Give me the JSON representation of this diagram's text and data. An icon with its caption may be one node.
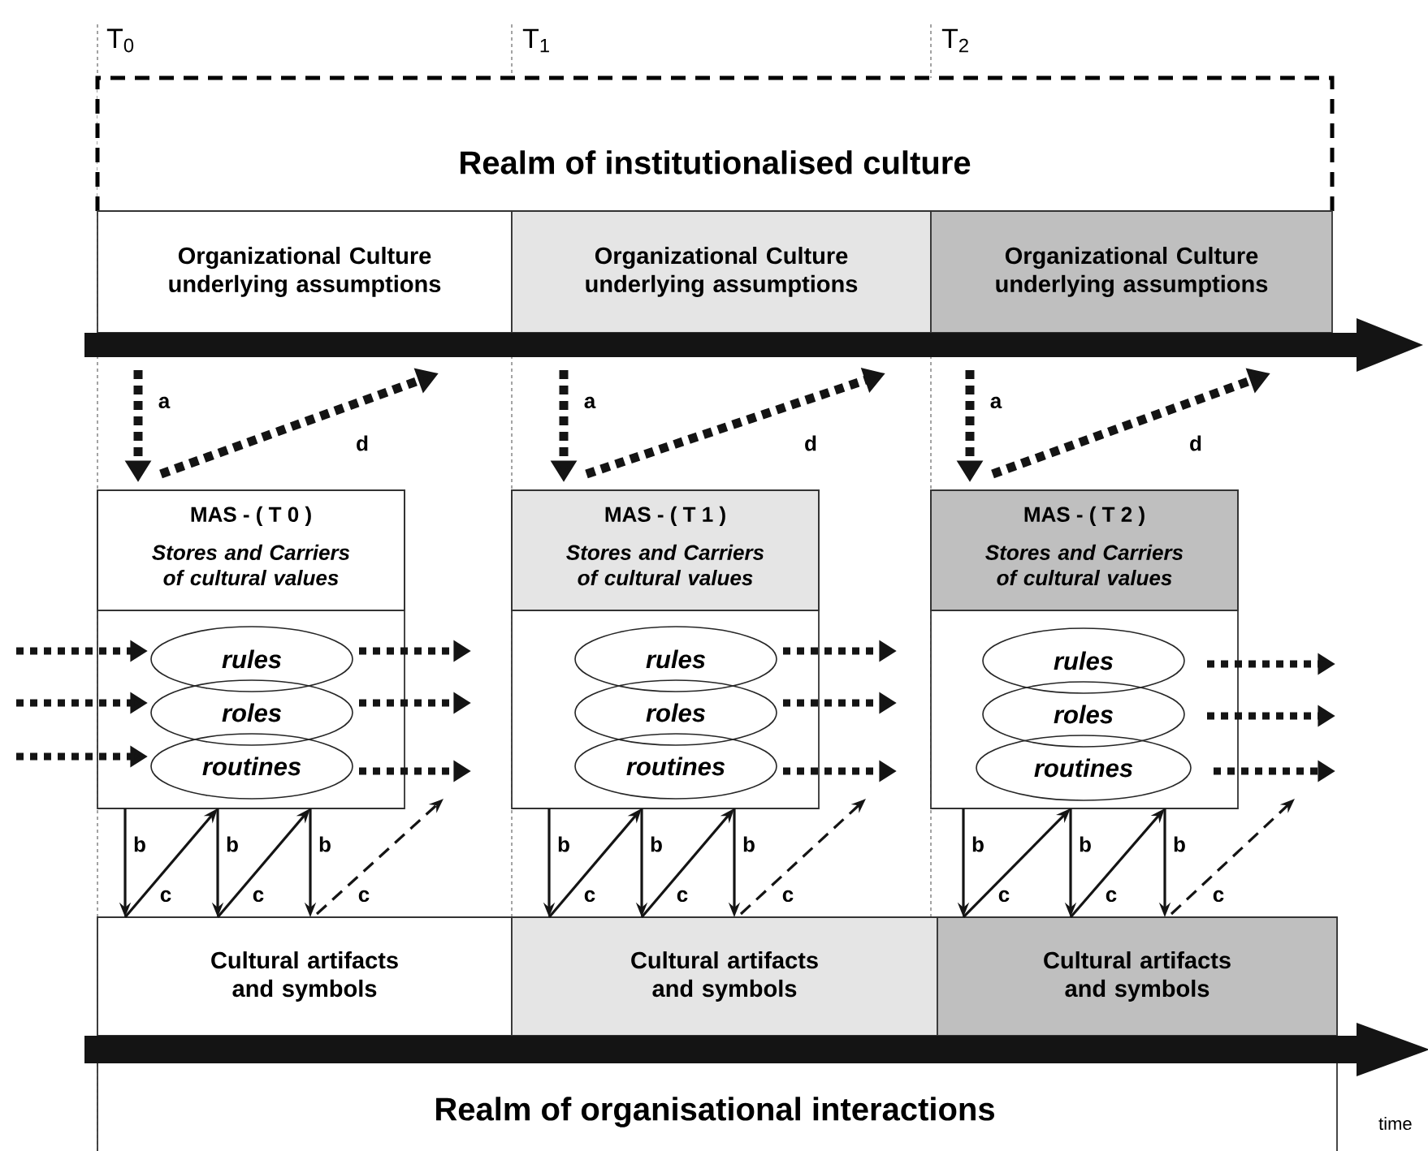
{
  "diagram": {
    "nodes": [
      {
        "text": [
          "Realm of institutionalised culture"
        ]
      },
      {
        "text": [
          "Organizational Culture underlying assumptions"
        ],
        "in": 0
      },
      {
        "text": [
          "Organizational Culture underlying assumptions"
        ],
        "in": 0
      },
      {
        "text": [
          "Organizational Culture underlying assumptions"
        ],
        "in": 0
      },
      {
        "text": [
          "MAS - ( T 0 )",
          "Stores and Carriers of cultural values"
        ]
      },
      {
        "text": [
          "MAS - ( T 1 )",
          "Stores and Carriers of cultural values"
        ]
      },
      {
        "text": [
          "MAS - ( T 2 )",
          "Stores and Carriers of cultural values"
        ]
      },
      {
        "text": [
          "rules"
        ],
        "in": 4
      },
      {
        "text": [
          "roles"
        ],
        "in": 4
      },
      {
        "text": [
          "routines"
        ],
        "in": 4
      },
      {
        "text": [
          "rules"
        ],
        "in": 5
      },
      {
        "text": [
          "roles"
        ],
        "in": 5
      },
      {
        "text": [
          "routines"
        ],
        "in": 5
      },
      {
        "text": [
          "rules"
        ],
        "in": 6
      },
      {
        "text": [
          "roles"
        ],
        "in": 6
      },
      {
        "text": [
          "routines"
        ],
        "in": 6
      },
      {
        "text": [
          "Realm of organisational interactions"
        ]
      },
      {
        "text": [
          "Cultural artifacts and symbols"
        ],
        "in": 16
      },
      {
        "text": [
          "Cultural artifacts and symbols"
        ],
        "in": 16
      },
      {
        "text": [
          "Cultural artifacts and symbols"
        ],
        "in": 16
      }
    ],
    "edges": [
      {
        "from": 1,
        "to": 4,
        "arrow": "to",
        "label": "a",
        "style": "dashed"
      },
      {
        "from": 4,
        "to": 1,
        "arrow": "to",
        "label": "d",
        "style": "dashed"
      },
      {
        "from": null,
        "to": 7,
        "arrow": "to",
        "style": "dashed"
      },
      {
        "from": null,
        "to": 8,
        "arrow": "to",
        "style": "dashed"
      },
      {
        "from": null,
        "to": 9,
        "arrow": "to",
        "style": "dashed"
      },
      {
        "from": 7,
        "to": null,
        "arrow": "to",
        "style": "dashed"
      },
      {
        "from": 8,
        "to": null,
        "arrow": "to",
        "style": "dashed"
      },
      {
        "from": 9,
        "to": null,
        "arrow": "to",
        "style": "dashed"
      },
      {
        "from": 4,
        "to": 17,
        "arrow": "to",
        "label": "b"
      },
      {
        "from": 4,
        "to": 17,
        "arrow": "to",
        "label": "b"
      },
      {
        "from": 4,
        "to": 17,
        "arrow": "to",
        "label": "b"
      },
      {
        "from": 17,
        "to": 4,
        "arrow": "to",
        "label": "c"
      },
      {
        "from": 17,
        "to": 4,
        "arrow": "to",
        "label": "c"
      },
      {
        "from": 17,
        "to": null,
        "arrow": "to",
        "label": "c",
        "style": "dashed"
      },
      {
        "from": 2,
        "to": 5,
        "arrow": "to",
        "label": "a",
        "style": "dashed"
      },
      {
        "from": 5,
        "to": 2,
        "arrow": "to",
        "label": "d",
        "style": "dashed"
      },
      {
        "from": 10,
        "to": null,
        "arrow": "to",
        "style": "dashed"
      },
      {
        "from": 11,
        "to": null,
        "arrow": "to",
        "style": "dashed"
      },
      {
        "from": 12,
        "to": null,
        "arrow": "to",
        "style": "dashed"
      },
      {
        "from": 5,
        "to": 18,
        "arrow": "to",
        "label": "b"
      },
      {
        "from": 5,
        "to": 18,
        "arrow": "to",
        "label": "b"
      },
      {
        "from": 5,
        "to": 18,
        "arrow": "to",
        "label": "b"
      },
      {
        "from": 18,
        "to": 5,
        "arrow": "to",
        "label": "c"
      },
      {
        "from": 18,
        "to": 5,
        "arrow": "to",
        "label": "c"
      },
      {
        "from": 18,
        "to": null,
        "arrow": "to",
        "label": "c",
        "style": "dashed"
      },
      {
        "from": 3,
        "to": 6,
        "arrow": "to",
        "label": "a",
        "style": "dashed"
      },
      {
        "from": 6,
        "to": 3,
        "arrow": "to",
        "label": "d",
        "style": "dashed"
      },
      {
        "from": 13,
        "to": null,
        "arrow": "to",
        "style": "dashed"
      },
      {
        "from": 14,
        "to": null,
        "arrow": "to",
        "style": "dashed"
      },
      {
        "from": 15,
        "to": null,
        "arrow": "to",
        "style": "dashed"
      },
      {
        "from": 6,
        "to": 19,
        "arrow": "to",
        "label": "b"
      },
      {
        "from": 6,
        "to": 19,
        "arrow": "to",
        "label": "b"
      },
      {
        "from": 6,
        "to": 19,
        "arrow": "to",
        "label": "b"
      },
      {
        "from": 19,
        "to": 6,
        "arrow": "to",
        "label": "c"
      },
      {
        "from": 19,
        "to": 6,
        "arrow": "to",
        "label": "c"
      },
      {
        "from": 19,
        "to": null,
        "arrow": "to",
        "label": "c",
        "style": "dashed"
      }
    ],
    "labels": [
      "T$_{0}$",
      "T$_{1}$",
      "T$_{2}$",
      "time"
    ]
  }
}
